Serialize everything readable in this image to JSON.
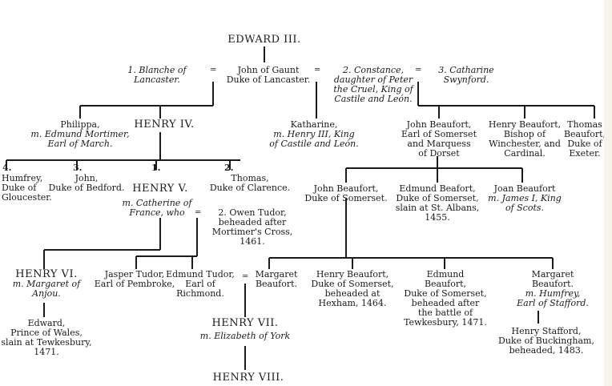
{
  "root": "EDWARD III.",
  "gaunt": {
    "name": [
      "John of Gaunt",
      "Duke of Lancaster."
    ],
    "wife1": [
      "1. Blanche of",
      "Lancaster."
    ],
    "wife2": [
      "2. Constance,",
      "daughter of Peter",
      "the Cruel, King of",
      "Castile and León."
    ],
    "wife3": [
      "3. Catharine",
      "Swynford."
    ],
    "marriage_mark": "="
  },
  "lancaster": {
    "philippa": [
      "Philippa,",
      "m. Edmund Mortimer,",
      "Earl of March."
    ],
    "henry4": "HENRY IV.",
    "katharine": [
      "Katharine,",
      "m. Henry III, King",
      "of Castile and León."
    ]
  },
  "henry4_sons": [
    {
      "num": "4.",
      "lines": [
        "Humfrey,",
        "Duke of",
        "Gloucester."
      ]
    },
    {
      "num": "3.",
      "lines": [
        "John,",
        "Duke of Bedford."
      ]
    },
    {
      "num": "1.",
      "lines": [
        "HENRY V."
      ]
    },
    {
      "num": "2.",
      "lines": [
        "Thomas,",
        "Duke of Clarence."
      ]
    }
  ],
  "catherine": [
    "m. Catherine of",
    "France, who"
  ],
  "owen": [
    "2. Owen Tudor,",
    "beheaded after",
    "Mortimer's Cross,",
    "1461."
  ],
  "beaufort": {
    "john": [
      "John Beaufort,",
      "Earl of Somerset",
      "and Marquess",
      "of Dorset"
    ],
    "henry_bishop": [
      "Henry Beaufort,",
      "Bishop of",
      "Winchester, and",
      "Cardinal."
    ],
    "thomas": [
      "Thomas",
      "Beaufort,",
      "Duke of",
      "Exeter."
    ]
  },
  "beaufort_children": {
    "john": [
      "John Beaufort,",
      "Duke of Somerset."
    ],
    "edmund": [
      "Edmund Beafort,",
      "Duke of Somerset,",
      "slain at St. Albans,",
      "1455."
    ],
    "joan": [
      "Joan Beaufort",
      "m. James I, King",
      "of Scots."
    ]
  },
  "gen5": {
    "henry6": [
      "HENRY VI.",
      "m. Margaret of",
      "Anjou."
    ],
    "jasper": [
      "Jasper Tudor,",
      "Earl of Pembroke,"
    ],
    "edmund_tudor": [
      "Edmund Tudor,",
      "Earl of",
      "Richmond."
    ],
    "margaret": [
      "Margaret",
      "Beaufort."
    ],
    "henry_beaufort": [
      "Henry Beaufort,",
      "Duke of Somerset,",
      "beheaded at",
      "Hexham, 1464."
    ],
    "edmund_beaufort": [
      "Edmund",
      "Beaufort,",
      "Duke of Somerset,",
      "beheaded after",
      "the battle of",
      "Tewkesbury, 1471."
    ],
    "margaret2": [
      "Margaret",
      "Beaufort.",
      "m. Humfrey,",
      "Earl of Stafford."
    ]
  },
  "gen6": {
    "edward": [
      "Edward,",
      "Prince of Wales,",
      "slain at Tewkesbury,",
      "1471."
    ],
    "henry7": [
      "HENRY VII.",
      "m. Elizabeth of York"
    ],
    "henry_stafford": [
      "Henry Stafford,",
      "Duke of Buckingham,",
      "beheaded, 1483."
    ]
  },
  "henry8": "HENRY VIII."
}
